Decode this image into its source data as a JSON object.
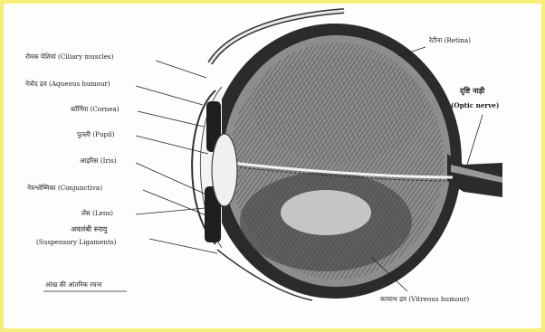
{
  "labels": {
    "ciliary_muscles": "रोमक पेशियां (Ciliary muscles)",
    "aqueous_humour": "नेत्रोद द्रव (Aqueous humour)",
    "cornea": "कॉर्निया (Cornea)",
    "pupil": "पुतली (Pupil)",
    "iris": "आइरिस (Iris)",
    "conjunctiva": "नेत्रश्लेष्मिका (Conjunctiva)",
    "lens": "लेंस (Lens)",
    "suspensory_hindi": "अवलंबी स्नायु",
    "suspensory_english": "(Suspensory Ligaments)",
    "retina": "रेटीना (Retina)",
    "optic_nerve_hindi": "दृष्टि नाड़ी",
    "optic_nerve_english": "(Optic nerve)",
    "vitreous_humour": "काचाभ द्रव (Vitreous humour)",
    "caption": "आंख की आंतरिक रचना"
  },
  "colors": {
    "frame_border": "#f7ee7a",
    "ink": "#1a1a1a",
    "background": "#fdfdfb"
  }
}
